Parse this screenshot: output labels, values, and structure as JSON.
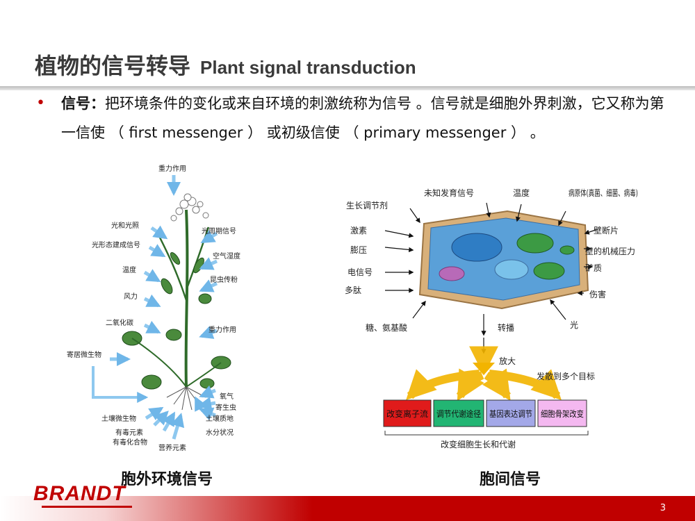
{
  "title": {
    "zh": "植物的信号转导",
    "en": "Plant signal transduction"
  },
  "body": {
    "label": "信号",
    "colon": "：",
    "text": "把环境条件的变化或来自环境的刺激统称为信号 。信号就是细胞外界刺激，它又称为第一信使 （ first messenger ） 或初级信使 （ primary messenger ） 。"
  },
  "left_diagram": {
    "labels": [
      "重力作用",
      "光和光照",
      "光周期信号",
      "光形态建成信号",
      "空气湿度",
      "温度",
      "昆虫传粉",
      "风力",
      "二氧化碳",
      "重力作用",
      "寄居微生物",
      "氧气",
      "寄生虫",
      "土壤微生物",
      "土壤质地",
      "有毒元素",
      "有毒化合物",
      "营养元素",
      "水分状况"
    ],
    "caption": "胞外环境信号"
  },
  "right_diagram": {
    "labels": [
      "未知发育信号",
      "生长调节剂",
      "温度",
      "病原体(真菌、细菌、病毒)",
      "激素",
      "壁断片",
      "膨压",
      "壁的机械压力",
      "电信号",
      "矿质",
      "多肽",
      "伤害",
      "糖、氨基酸",
      "光",
      "转播",
      "放大",
      "发散到多个目标"
    ],
    "boxes": [
      {
        "label": "改变离子流",
        "color": "#e01b1b"
      },
      {
        "label": "调节代谢途径",
        "color": "#22b573"
      },
      {
        "label": "基因表达调节",
        "color": "#a3a8e8"
      },
      {
        "label": "细胞骨架改变",
        "color": "#f4b8f0"
      }
    ],
    "bottom": "改变细胞生长和代谢",
    "caption": "胞间信号"
  },
  "footer": {
    "logo": "BRANDT",
    "page": "3"
  },
  "colors": {
    "accent": "#c00000",
    "arrow_blue": "#8ec8ef",
    "flow_gold": "#f2b400"
  }
}
